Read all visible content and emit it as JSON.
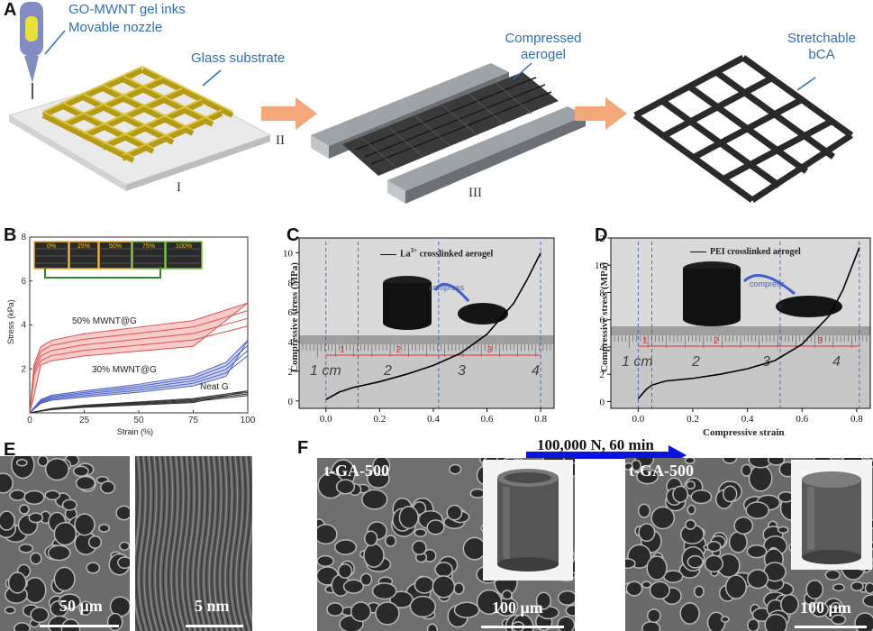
{
  "panelA": {
    "letter": "A",
    "ink_label": "GO-MWNT gel inks",
    "nozzle_label": "Movable nozzle",
    "substrate_label": "Glass substrate",
    "compressed_label_1": "Compressed",
    "compressed_label_2": "aerogel",
    "stretchable_label_1": "Stretchable",
    "stretchable_label_2": "bCA",
    "step1": "I",
    "step2": "II",
    "step3": "III",
    "colors": {
      "gold": "#c9b42a",
      "arrow": "#f2a878",
      "aerogel": "#2a2a2a",
      "label": "#2f6fb5"
    }
  },
  "panelB": {
    "letter": "B",
    "strain_labels": [
      "0%",
      "25%",
      "50%",
      "75%",
      "100%"
    ],
    "chart_data": {
      "type": "line",
      "xlabel": "Strain (%)",
      "ylabel": "Stress (kPa)",
      "xlim": [
        0,
        100
      ],
      "ylim": [
        0,
        8
      ],
      "xticks": [
        "0",
        "25",
        "50",
        "75",
        "100"
      ],
      "yticks": [
        "2",
        "4",
        "6",
        "8"
      ],
      "series": [
        {
          "name": "50% MWNT@G",
          "color": "#d9534f",
          "x": [
            0,
            2,
            5,
            10,
            25,
            50,
            75,
            100
          ],
          "y": [
            0,
            2.2,
            3.0,
            3.3,
            3.6,
            3.9,
            4.2,
            5.0
          ]
        },
        {
          "name": "30% MWNT@G",
          "color": "#4a5fc1",
          "x": [
            0,
            5,
            10,
            25,
            50,
            75,
            90,
            100
          ],
          "y": [
            0,
            0.6,
            0.8,
            1.0,
            1.3,
            1.7,
            2.3,
            3.3
          ]
        },
        {
          "name": "Neat G",
          "color": "#333333",
          "x": [
            0,
            10,
            25,
            50,
            75,
            100
          ],
          "y": [
            0,
            0.2,
            0.35,
            0.5,
            0.65,
            1.0
          ]
        }
      ]
    }
  },
  "panelC": {
    "letter": "C",
    "compress_label": "compress",
    "ruler_labels": [
      "1 cm",
      "2",
      "3",
      "4"
    ],
    "region_labels": [
      "1",
      "2",
      "3"
    ],
    "chart_data": {
      "type": "line",
      "title": "La3+ crosslinked aerogel",
      "legend_main": "La",
      "legend_sup": "3+",
      "legend_rest": " crosslinked aerogel",
      "xlabel": "",
      "ylabel": "Compressive stress (MPa)",
      "xlim": [
        -0.1,
        0.85
      ],
      "ylim": [
        -0.5,
        11
      ],
      "xticks": [
        "0.0",
        "0.2",
        "0.4",
        "0.6",
        "0.8"
      ],
      "yticks": [
        "0",
        "2",
        "4",
        "6",
        "8",
        "10"
      ],
      "series": [
        {
          "name": "La3+ crosslinked aerogel",
          "x": [
            0,
            0.05,
            0.1,
            0.2,
            0.3,
            0.4,
            0.5,
            0.6,
            0.7,
            0.75,
            0.8
          ],
          "y": [
            0.1,
            0.6,
            0.9,
            1.3,
            1.8,
            2.4,
            3.2,
            4.5,
            6.6,
            8.2,
            10.0
          ]
        }
      ],
      "region_lines": [
        0.0,
        0.12,
        0.42,
        0.8
      ]
    }
  },
  "panelD": {
    "letter": "D",
    "compress_label": "compress",
    "ruler_labels": [
      "1 cm",
      "2",
      "3",
      "4"
    ],
    "region_labels": [
      "1",
      "2",
      "3"
    ],
    "chart_data": {
      "type": "line",
      "title": "PEI crosslinked aerogel",
      "xlabel": "Compressive strain",
      "ylabel": "Compressive stress (MPa)",
      "xlim": [
        -0.1,
        0.85
      ],
      "ylim": [
        -0.5,
        12
      ],
      "xticks": [
        "0.0",
        "0.2",
        "0.4",
        "0.6",
        "0.8"
      ],
      "yticks": [
        "0",
        "2",
        "4",
        "6",
        "8",
        "10",
        "12"
      ],
      "series": [
        {
          "name": "PEI crosslinked aerogel",
          "x": [
            0,
            0.03,
            0.05,
            0.1,
            0.2,
            0.3,
            0.4,
            0.5,
            0.6,
            0.7,
            0.75,
            0.81
          ],
          "y": [
            0.2,
            0.9,
            1.2,
            1.5,
            1.7,
            2.0,
            2.4,
            3.0,
            4.2,
            6.3,
            8.2,
            11.3
          ]
        }
      ],
      "region_lines": [
        0.0,
        0.05,
        0.52,
        0.81
      ]
    }
  },
  "panelE": {
    "letter": "E",
    "scale1": "50 μm",
    "scale2": "5 nm"
  },
  "panelF": {
    "letter": "F",
    "arrow_label": "100,000 N, 60 min",
    "label_left": "t-GA-500",
    "label_right": "t-GA-500",
    "scale_left": "100 μm",
    "scale_right": "100 μm",
    "arrow_color": "#0a14e0"
  }
}
